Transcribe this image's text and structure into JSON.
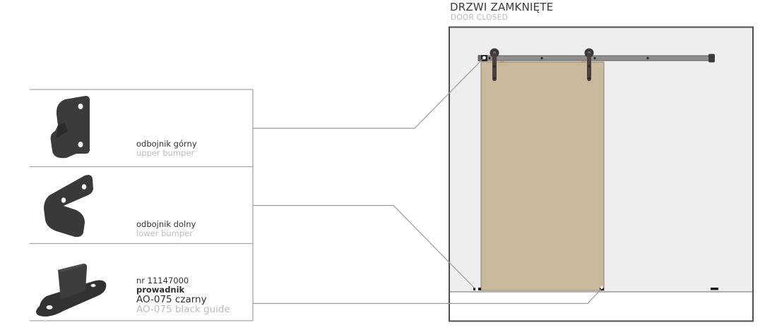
{
  "diagram": {
    "title": "DRZWI ZAMKNIĘTE",
    "subtitle": "DOOR CLOSED",
    "colors": {
      "door_panel": "#c9b99d",
      "wall": "#eeeeee",
      "frame": "#555555",
      "rail": "#8a8a8a",
      "hardware": "#3a3a3a",
      "leader": "#999999"
    }
  },
  "parts": [
    {
      "name_pl": "odbojnik górny",
      "name_en": "upper bumper",
      "icon": "upper-bumper-icon"
    },
    {
      "name_pl": "odbojnik dolny",
      "name_en": "lower bumper",
      "icon": "lower-bumper-icon"
    },
    {
      "number": "nr 11147000",
      "name_pl": "prowadnik",
      "model_pl": "AO-075 czarny",
      "model_en": "AO-075 black guide",
      "icon": "floor-guide-icon"
    }
  ]
}
